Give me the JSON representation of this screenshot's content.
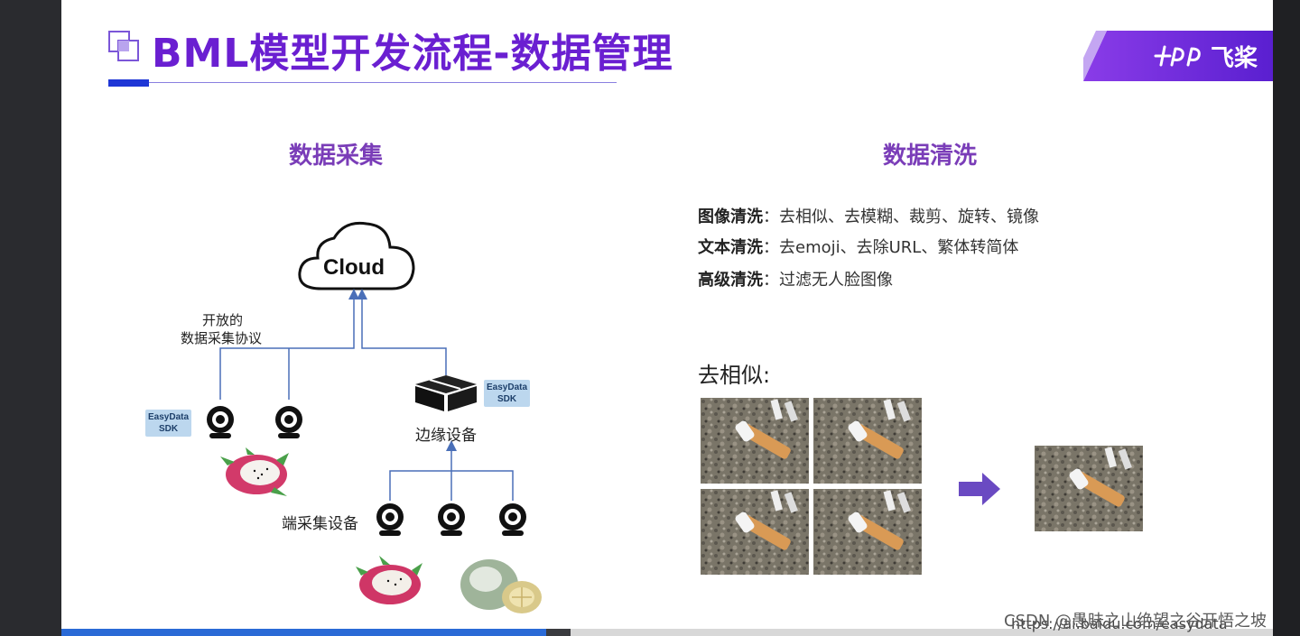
{
  "slide": {
    "title": "BML模型开发流程-数据管理",
    "logo_text": "飞桨"
  },
  "collection": {
    "heading": "数据采集",
    "cloud_label": "Cloud",
    "protocol_label_line1": "开放的",
    "protocol_label_line2": "数据采集协议",
    "edge_label": "边缘设备",
    "end_label": "端采集设备",
    "sdk_line1": "EasyData",
    "sdk_line2": "SDK"
  },
  "cleaning": {
    "heading": "数据清洗",
    "rows": [
      {
        "key": "图像清洗",
        "value": "：去相似、去模糊、裁剪、旋转、镜像"
      },
      {
        "key": "文本清洗",
        "value": "：去emoji、去除URL、繁体转简体"
      },
      {
        "key": "高级清洗",
        "value": "：过滤无人脸图像"
      }
    ],
    "dedup_label": "去相似:"
  },
  "watermark": {
    "url": "https://ai.baidu.com/easydata",
    "author": "CSDN @愚昧之山绝望之谷开悟之坡"
  },
  "colors": {
    "title": "#6a1fd1",
    "section": "#7a3db8",
    "arrow": "#4a6fb8",
    "accent": "#1f37d6"
  },
  "progress": {
    "played_fraction": 0.4
  }
}
